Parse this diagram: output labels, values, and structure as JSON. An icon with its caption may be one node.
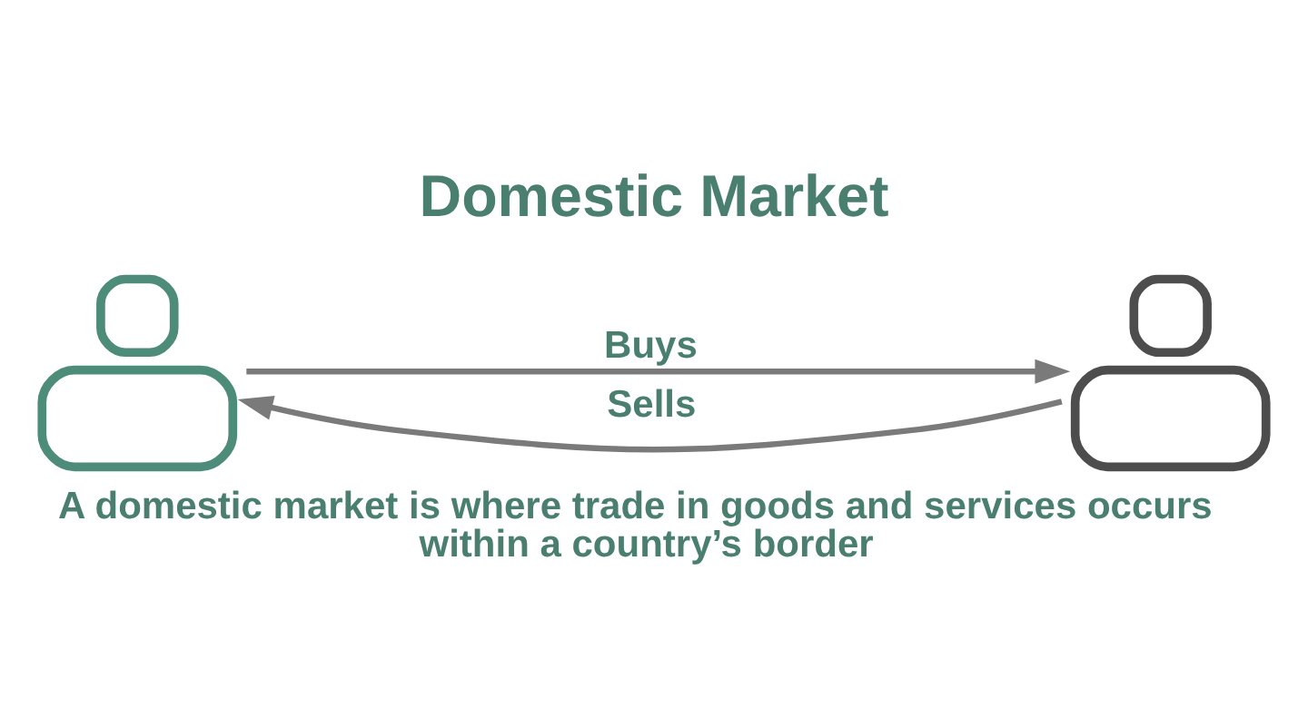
{
  "diagram": {
    "title": "Domestic Market",
    "caption": "A domestic market is where trade in goods and services occurs within a country’s border",
    "nodes": [
      {
        "text": [],
        "shape": "person"
      },
      {
        "text": [],
        "shape": "person"
      }
    ],
    "edges": [
      {
        "from": 0,
        "to": 1,
        "arrow": "to",
        "label": "Buys"
      },
      {
        "from": 1,
        "to": 0,
        "arrow": "to",
        "label": "Sells"
      }
    ]
  }
}
